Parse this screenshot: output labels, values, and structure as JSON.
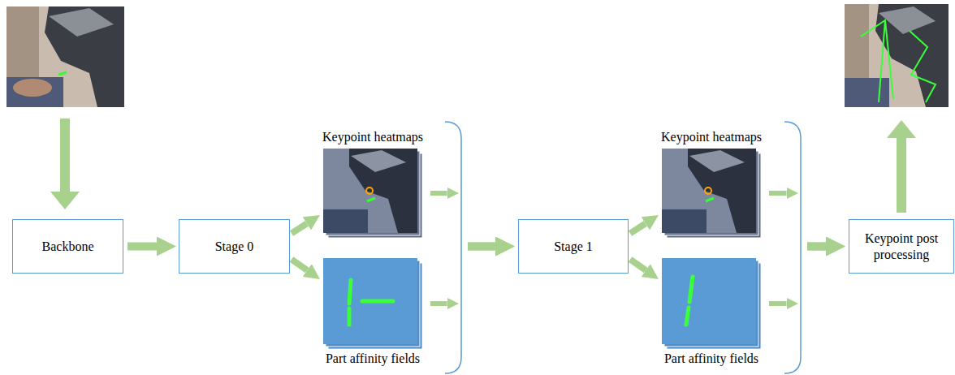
{
  "diagram": {
    "nodes": [
      {
        "text": [
          "Backbone"
        ]
      },
      {
        "text": [
          "Stage 0"
        ]
      },
      {
        "text": [
          "Keypoint heatmaps"
        ]
      },
      {
        "text": [
          "Part affinity fields"
        ]
      },
      {
        "text": [
          "Stage 1"
        ]
      },
      {
        "text": [
          "Keypoint heatmaps"
        ]
      },
      {
        "text": [
          "Part affinity fields"
        ]
      },
      {
        "text": [
          "Keypoint post processing"
        ]
      }
    ],
    "edges": [
      {
        "from": 0,
        "to": 1,
        "arrow": "to"
      },
      {
        "from": 1,
        "to": 2,
        "arrow": "to"
      },
      {
        "from": 1,
        "to": 3,
        "arrow": "to"
      },
      {
        "from": 2,
        "to": 4,
        "arrow": "to"
      },
      {
        "from": 3,
        "to": 4,
        "arrow": "to"
      },
      {
        "from": 4,
        "to": 5,
        "arrow": "to"
      },
      {
        "from": 4,
        "to": 6,
        "arrow": "to"
      },
      {
        "from": 5,
        "to": 7,
        "arrow": "to"
      },
      {
        "from": 6,
        "to": 7,
        "arrow": "to"
      }
    ]
  }
}
